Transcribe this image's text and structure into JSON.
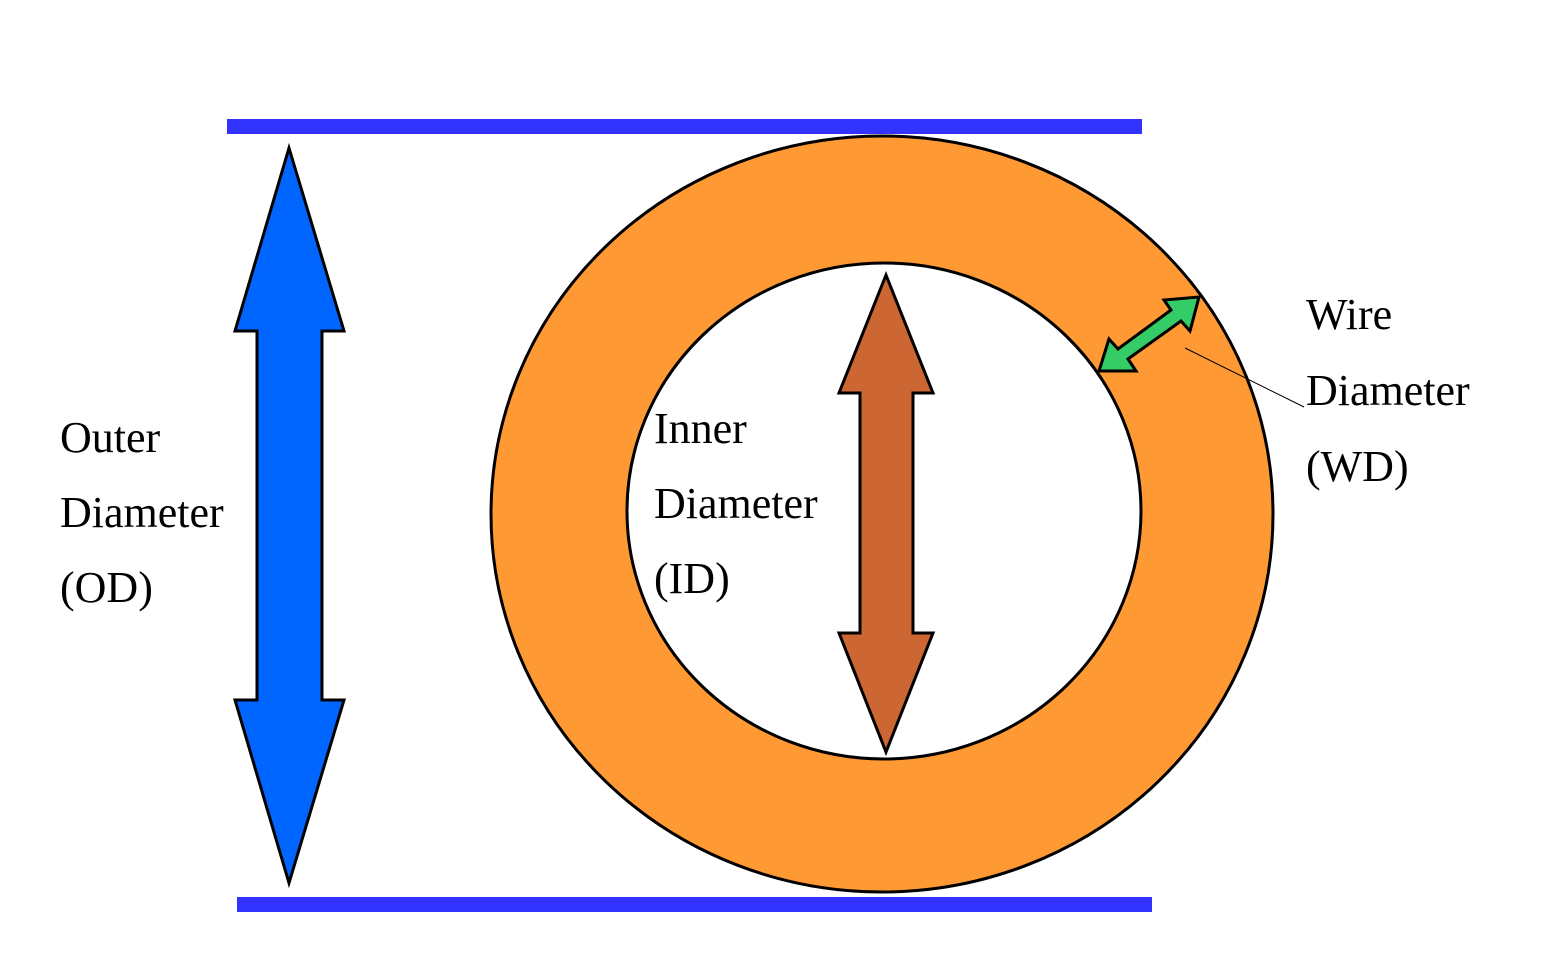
{
  "labels": {
    "outer_diameter": [
      "Outer",
      "Diameter",
      "(OD)"
    ],
    "inner_diameter": [
      "Inner",
      "Diameter",
      "(ID)"
    ],
    "wire_diameter": [
      "Wire",
      "Diameter",
      "(WD)"
    ]
  },
  "colors": {
    "ring_fill": "#FF9933",
    "boundary_lines": "#3333FF",
    "od_arrow": "#0066FF",
    "id_arrow": "#CC6633",
    "wd_arrow": "#33CC66",
    "outline": "#000000",
    "background": "#FFFFFF"
  },
  "icons": {
    "od_arrow": "double-headed-vertical-arrow",
    "id_arrow": "double-headed-vertical-arrow",
    "wd_arrow": "double-headed-diagonal-arrow"
  }
}
